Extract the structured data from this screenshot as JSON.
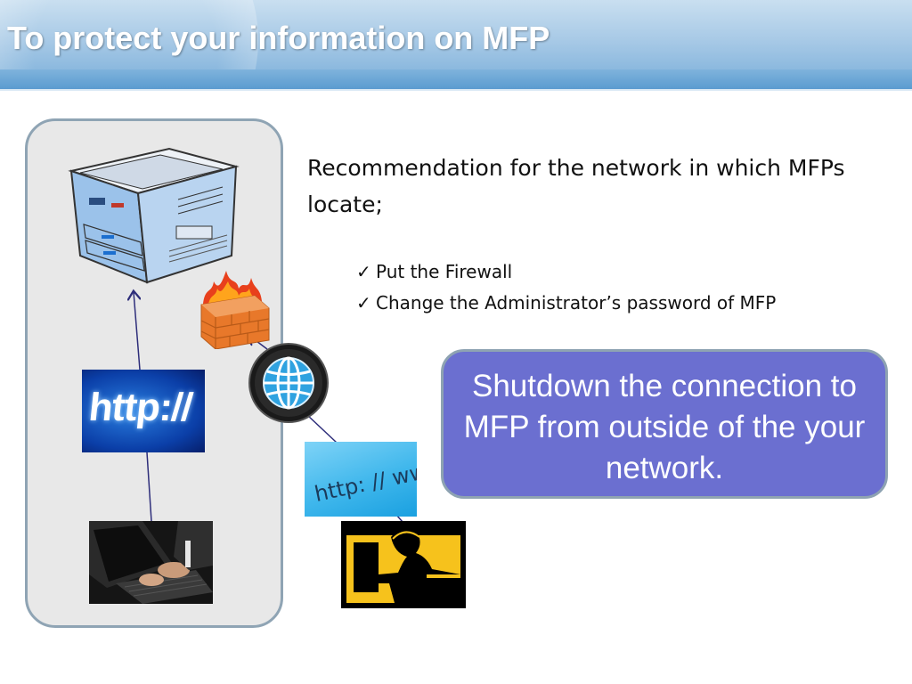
{
  "slide": {
    "title": "To protect your information on MFP",
    "recommendation": "Recommendation for the network in which MFPs locate;",
    "bullets": [
      "Put the Firewall",
      "Change the Administrator’s password of MFP"
    ],
    "callout": "Shutdown the connection to MFP from outside of the your network."
  },
  "images": {
    "http_box_text": "http://",
    "url_box_text": "http: // www"
  },
  "colors": {
    "callout_fill": "#6b6fd0",
    "panel_fill": "#e8e8e8",
    "header_blue": "#8ab8de"
  }
}
